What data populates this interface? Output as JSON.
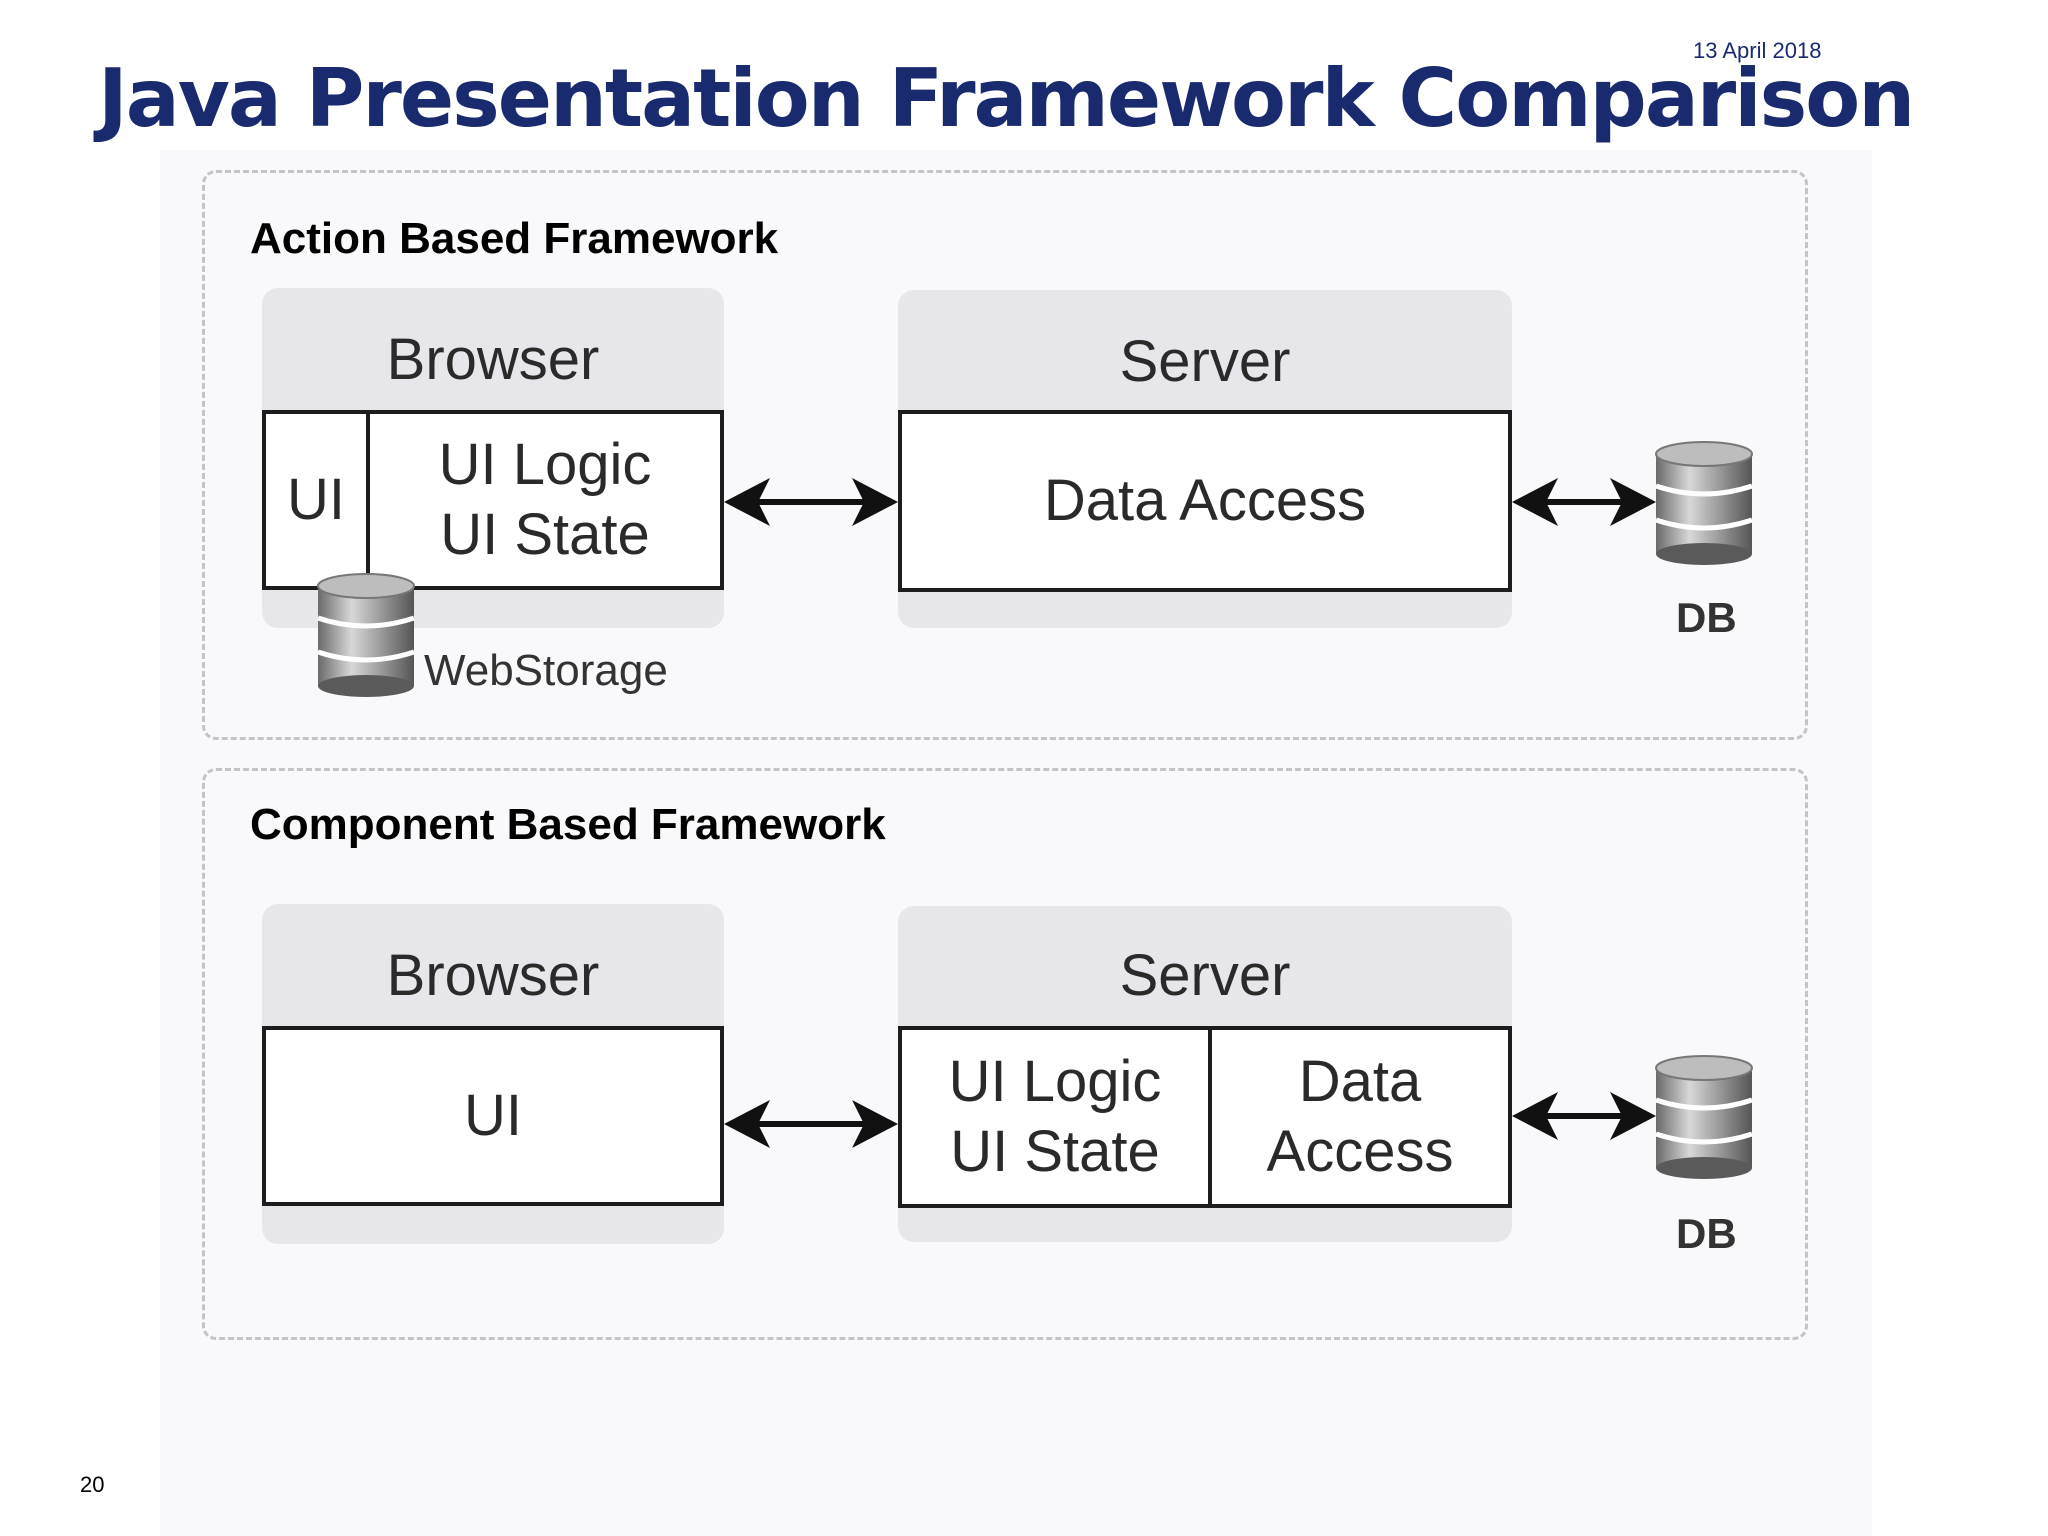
{
  "header": {
    "title": "Java Presentation Framework Comparison",
    "date": "13 April 2018"
  },
  "footer": {
    "page_number": "20"
  },
  "action_panel": {
    "heading": "Action Based Framework",
    "browser": {
      "title": "Browser",
      "ui": "UI",
      "ui_logic": "UI Logic",
      "ui_state": "UI State"
    },
    "server": {
      "title": "Server",
      "data_access": "Data Access"
    },
    "web_storage_label": "WebStorage",
    "db_label": "DB"
  },
  "component_panel": {
    "heading": "Component Based Framework",
    "browser": {
      "title": "Browser",
      "ui": "UI"
    },
    "server": {
      "title": "Server",
      "ui_logic": "UI Logic",
      "ui_state": "UI State",
      "data_line1": "Data",
      "data_line2": "Access"
    },
    "db_label": "DB"
  },
  "icons": [
    "database-icon",
    "double-arrow-icon"
  ],
  "colors": {
    "title": "#1a2a6e",
    "box_border": "#1d1d1d",
    "shade": "#e7e6ea",
    "dashed_border": "#c4c4c8"
  }
}
